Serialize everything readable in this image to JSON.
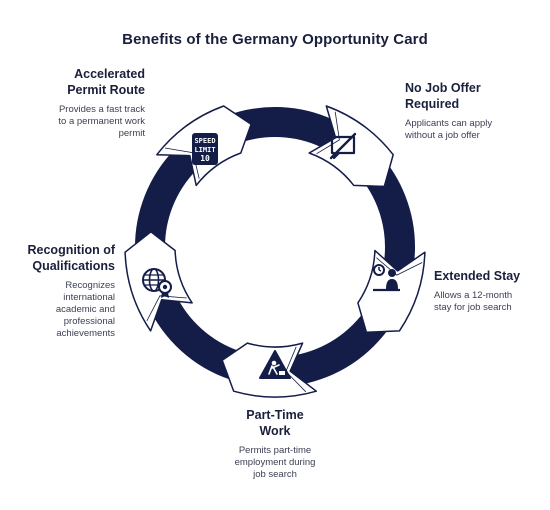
{
  "title": "Benefits of the Germany Opportunity Card",
  "colors": {
    "ring": "#141c48",
    "tab_fill": "#ffffff",
    "tab_stroke": "#141c48",
    "text": "#1a1f3c"
  },
  "benefits": [
    {
      "heading_lines": [
        "Accelerated",
        "Permit Route"
      ],
      "description_lines": [
        "Provides a fast track",
        "to a permanent work",
        "permit"
      ],
      "icon": "speed-limit-sign-icon",
      "icon_text": [
        "SPEED",
        "LIMIT",
        "10"
      ]
    },
    {
      "heading_lines": [
        "No Job Offer",
        "Required"
      ],
      "description_lines": [
        "Applicants can apply",
        "without a job offer"
      ],
      "icon": "no-message-icon"
    },
    {
      "heading_lines": [
        "Extended Stay"
      ],
      "description_lines": [
        "Allows a 12-month",
        "stay for job search"
      ],
      "icon": "person-with-clock-icon"
    },
    {
      "heading_lines": [
        "Part-Time",
        "Work"
      ],
      "description_lines": [
        "Permits part-time",
        "employment during",
        "job search"
      ],
      "icon": "worker-warning-sign-icon"
    },
    {
      "heading_lines": [
        "Recognition of",
        "Qualifications"
      ],
      "description_lines": [
        "Recognizes",
        "international",
        "academic and",
        "professional",
        "achievements"
      ],
      "icon": "globe-certificate-icon"
    }
  ]
}
